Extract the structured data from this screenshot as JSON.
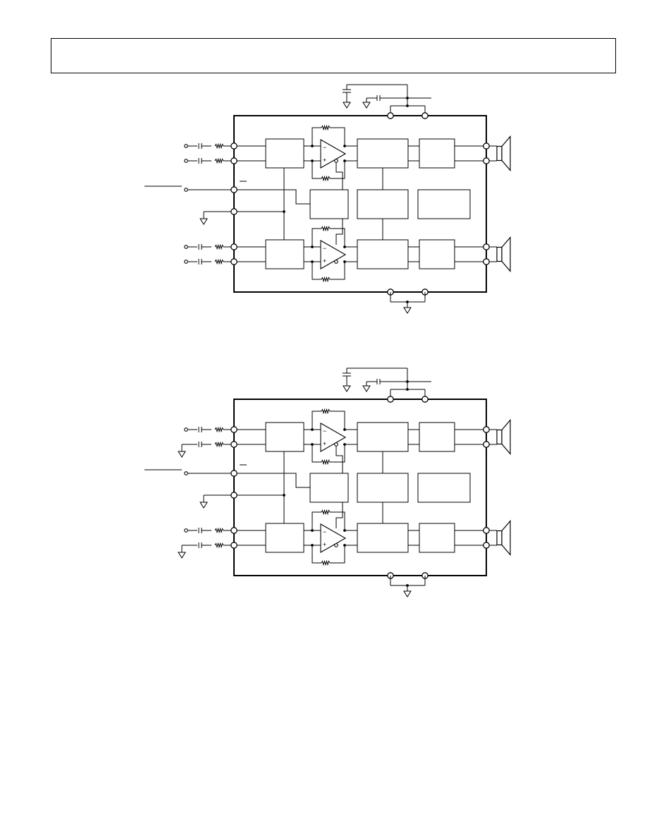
{
  "header": {
    "text": ""
  },
  "figures": [
    {
      "id": "single-ended",
      "title": ""
    },
    {
      "id": "differential",
      "title": ""
    }
  ],
  "icons": [
    "ground-symbol",
    "capacitor",
    "resistor",
    "op-amp",
    "speaker",
    "pin-circle"
  ]
}
